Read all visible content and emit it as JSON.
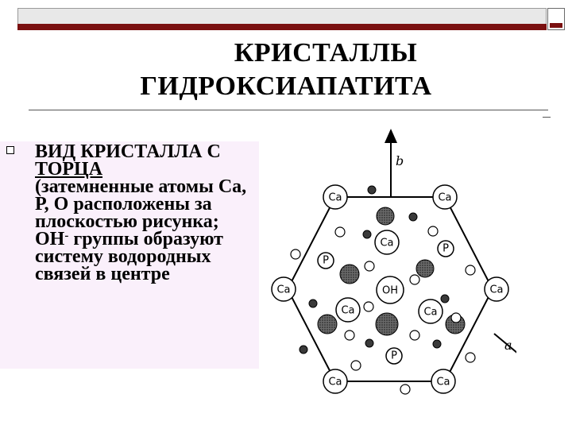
{
  "slide": {
    "title_line1": "КРИСТАЛЛЫ",
    "title_line2": "ГИДРОКСИАПАТИТА"
  },
  "bullet": {
    "heading_a": "ВИД КРИСТАЛЛА С",
    "heading_b": "ТОРЦА",
    "body_before_sup": "(затемненные атомы Са, Р, О расположены за плоскостью рисунка; ОН",
    "sup": "-",
    "body_after_sup": " группы образуют систему водородных связей в центре"
  },
  "diagram": {
    "axis_b": "b",
    "axis_a": "a",
    "atom_labels": {
      "ca": "Ca",
      "p": "P",
      "oh": "OH"
    },
    "colors": {
      "line": "#000000",
      "dark_atom": "#3a3a3a",
      "open_atom": "#ffffff"
    }
  }
}
